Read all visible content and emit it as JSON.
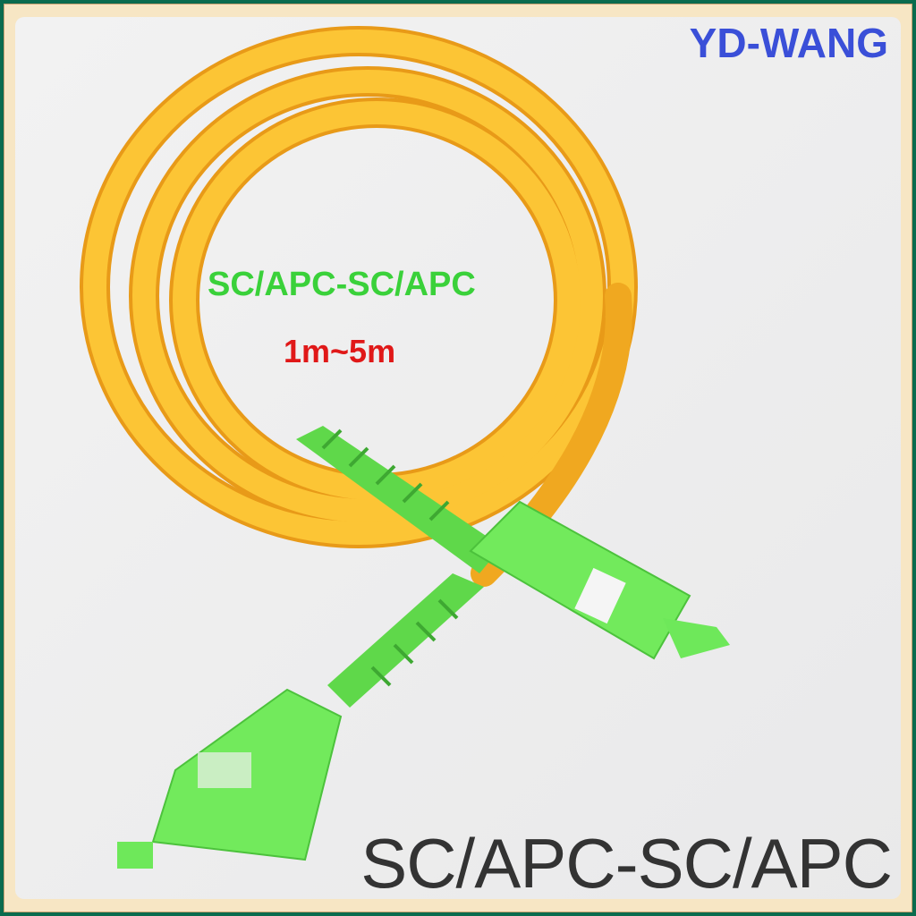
{
  "brand": "YD-WANG",
  "headline": "SC/APC-SC/APC",
  "length_range": "1m~5m",
  "footer_label": "SC/APC-SC/APC",
  "colors": {
    "cable": "#f7b528",
    "connector": "#6ee85a",
    "brand": "#3a4fd8",
    "headline": "#3ad13a",
    "length": "#e01818",
    "border": "#0b6b4e"
  }
}
